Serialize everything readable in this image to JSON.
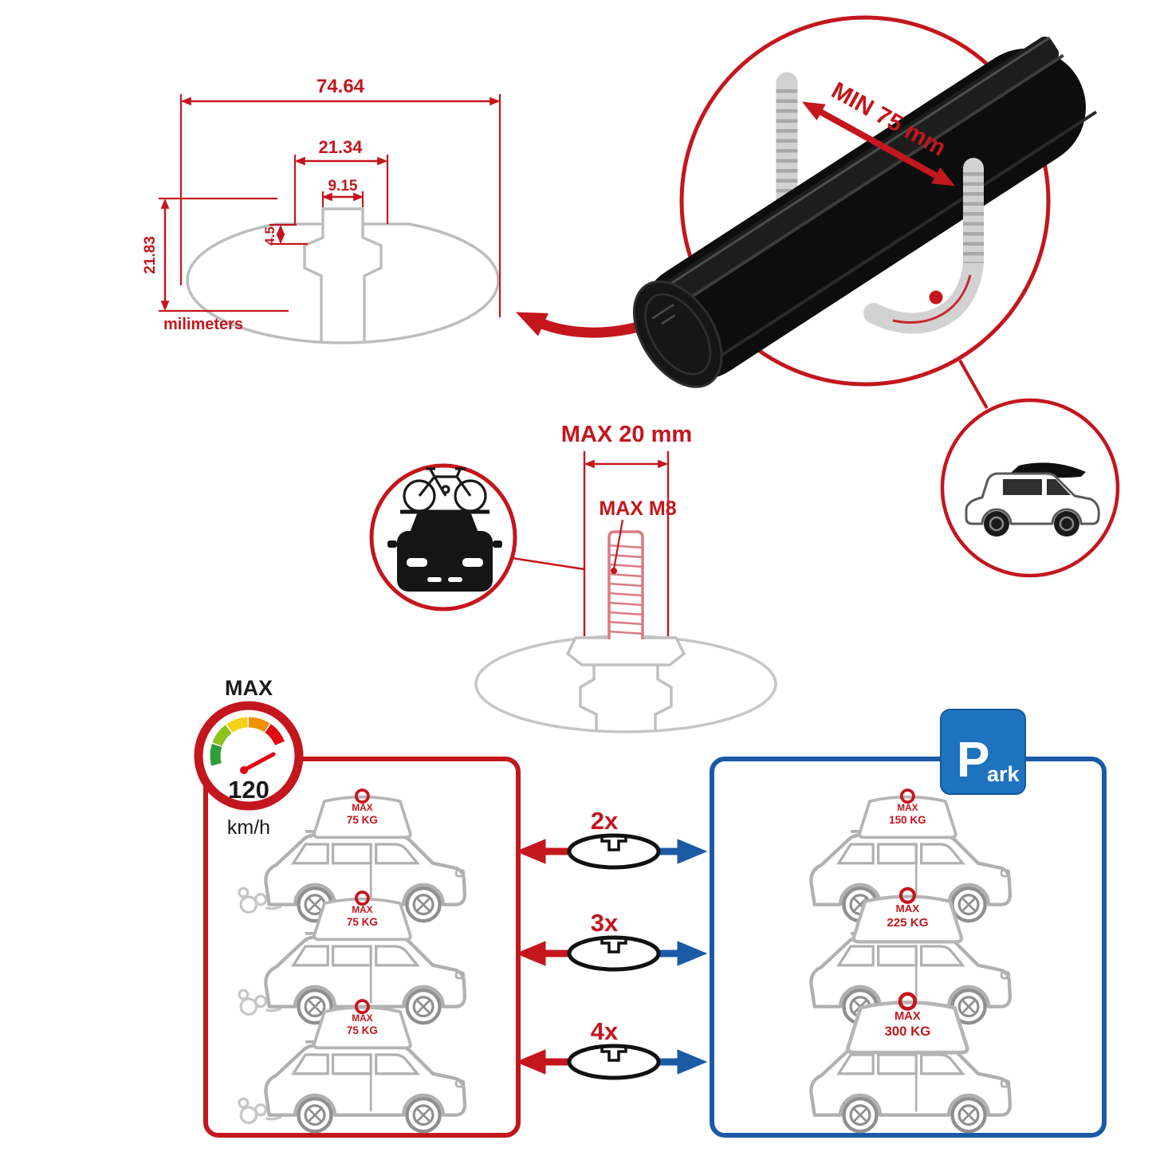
{
  "colors": {
    "accent_red": "#c4161d",
    "accent_blue": "#1b5aa5",
    "park_blue": "#1e73bf",
    "profile_gray": "#bdbdbd",
    "bar_black": "#0d0d0d"
  },
  "dimension_diagram": {
    "total_width": "74.64",
    "channel_width": "21.34",
    "slot_width": "9.15",
    "lip_depth": "4.5",
    "total_height": "21.83",
    "units": "milimeters"
  },
  "crossbar_detail": {
    "min_clamp_width": "MIN 75 mm"
  },
  "bolt_detail": {
    "max_length": "MAX 20 mm",
    "max_thread": "MAX M8"
  },
  "speed_limit": {
    "label": "MAX",
    "value": "120",
    "units": "km/h"
  },
  "park_sign": {
    "initial": "P",
    "rest": "ark"
  },
  "comparison": {
    "multipliers": [
      "2x",
      "3x",
      "4x"
    ],
    "driving_cars": [
      {
        "max": "MAX",
        "kg": "75 KG"
      },
      {
        "max": "MAX",
        "kg": "75 KG"
      },
      {
        "max": "MAX",
        "kg": "75 KG"
      }
    ],
    "parked_cars": [
      {
        "max": "MAX",
        "kg": "150 KG"
      },
      {
        "max": "MAX",
        "kg": "225 KG"
      },
      {
        "max": "MAX",
        "kg": "300 KG"
      }
    ]
  }
}
